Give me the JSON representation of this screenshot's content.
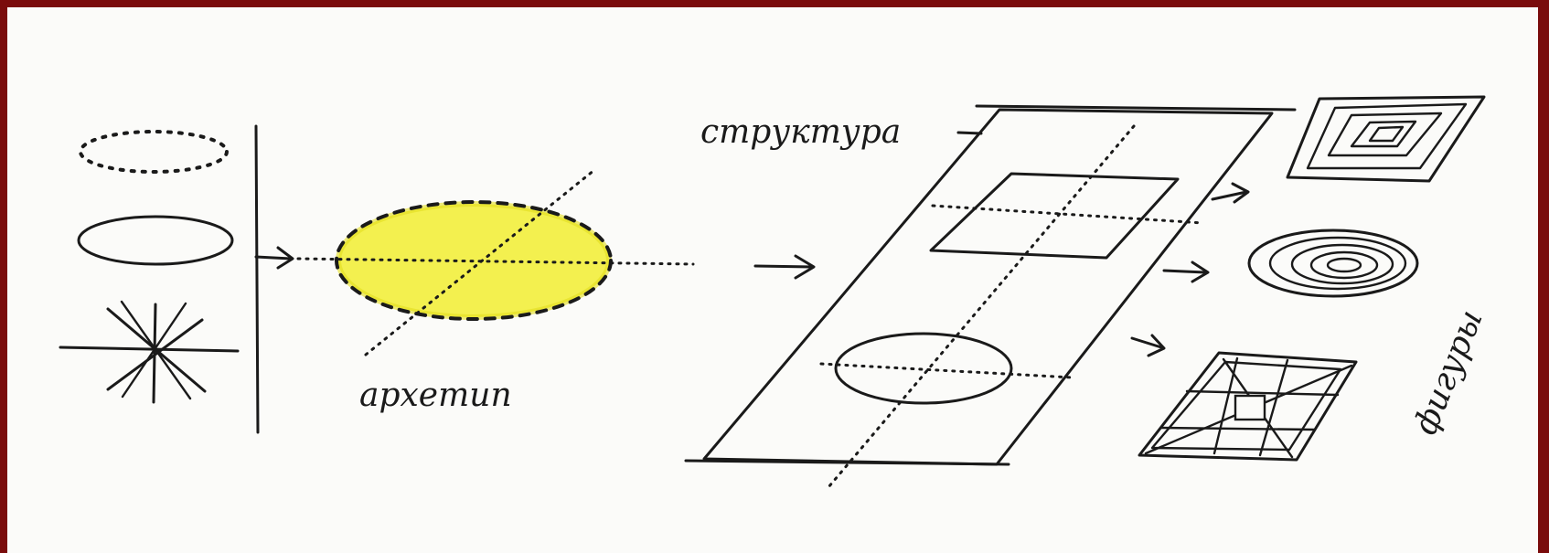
{
  "labels": {
    "archetype": "архетип",
    "structure": "структура",
    "figures": "фигуры"
  },
  "colors": {
    "frame": "#7a0c0c",
    "paper": "#fbfbf9",
    "ink": "#1a1a1a",
    "highlight": "#f2ee3c"
  }
}
